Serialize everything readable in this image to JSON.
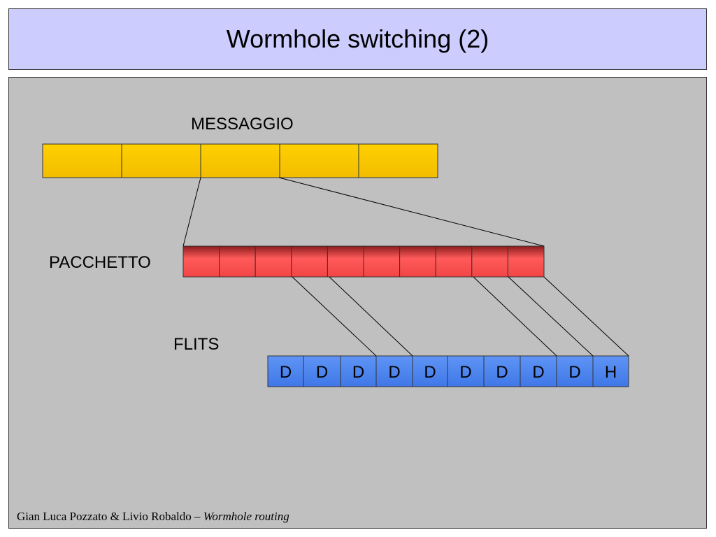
{
  "title": "Wormhole switching (2)",
  "labels": {
    "message": "MESSAGGIO",
    "packet": "PACCHETTO",
    "flits": "FLITS"
  },
  "message_cells": 5,
  "packet_cells": 10,
  "flits": [
    "D",
    "D",
    "D",
    "D",
    "D",
    "D",
    "D",
    "D",
    "D",
    "H"
  ],
  "footer": {
    "authors": "Gian Luca Pozzato & Livio Robaldo – ",
    "topic": "Wormhole routing"
  },
  "colors": {
    "title_bg": "#ccccff",
    "content_bg": "#c0c0c0",
    "message": "#ffc700",
    "packet": "#f04848",
    "flit": "#4d86f0"
  }
}
